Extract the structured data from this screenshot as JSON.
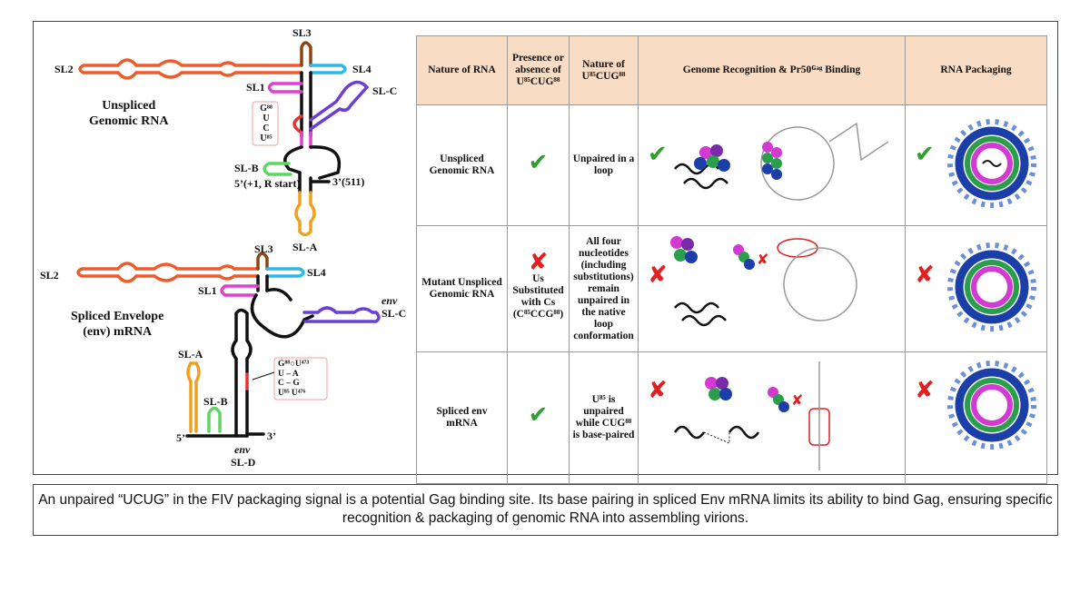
{
  "diagram": {
    "genomic": {
      "title_line1": "Unspliced",
      "title_line2": "Genomic RNA",
      "sl2": "SL2",
      "sl3": "SL3",
      "sl4": "SL4",
      "sl1": "SL1",
      "slc": "SL-C",
      "slb": "SL-B",
      "sla": "SL-A",
      "five_prime": "5’(+1, R start)",
      "three_prime": "3’(511)",
      "motif": [
        "G⁸⁸",
        "U",
        "C",
        "U⁸⁵"
      ]
    },
    "spliced": {
      "title_line1": "Spliced Envelope",
      "title_line2": "(env) mRNA",
      "sl2": "SL2",
      "sl3": "SL3",
      "sl4": "SL4",
      "sl1": "SL1",
      "env_top": "env",
      "slc": "SL-C",
      "sla": "SL-A",
      "slb": "SL-B",
      "five_prime": "5’",
      "three_prime": "3’",
      "env_bottom": "env",
      "sld": "SL-D",
      "pairs": [
        "G⁸⁸○U⁴⁷³",
        "U – A",
        "C – G",
        "U⁸⁵   U⁴⁷⁶"
      ]
    }
  },
  "table": {
    "headers": [
      "Nature of RNA",
      "Presence or absence of U⁸⁵CUG⁸⁸",
      "Nature of U⁸⁵CUG⁸⁸",
      "Genome Recognition & Pr50ᴳᵃᵍ Binding",
      "RNA Packaging"
    ],
    "rows": [
      {
        "nature": "Unspliced Genomic RNA",
        "presence": "check",
        "presence_text": "",
        "ucug": "Unpaired in a loop",
        "binding": "check",
        "packaging": "check"
      },
      {
        "nature": "Mutant Unspliced Genomic RNA",
        "presence": "cross",
        "presence_text": "Us Substituted with Cs (C⁸⁵CCG⁸⁸)",
        "ucug": "All four nucleotides (including substitutions) remain unpaired in the native loop conformation",
        "binding": "cross",
        "packaging": "cross"
      },
      {
        "nature": "Spliced env mRNA",
        "presence": "check",
        "presence_text": "",
        "ucug": "U⁸⁵ is unpaired while CUG⁸⁸ is base-paired",
        "binding": "cross",
        "packaging": "cross"
      }
    ]
  },
  "caption": "An unpaired “UCUG” in the FIV packaging signal is a potential Gag binding site. Its base pairing in spliced Env mRNA limits its ability to bind Gag, ensuring specific recognition & packaging of genomic RNA into assembling virions.",
  "colors": {
    "sl2": "#ee5a2a",
    "sl3": "#8b4513",
    "sl4": "#2fb8e6",
    "sl1": "#e040d0",
    "slc": "#6a3fd8",
    "slb": "#5fd65f",
    "sla": "#f0a020",
    "motif": "#e83030",
    "header_bg": "#f8dcc4",
    "check": "#2e9e2e",
    "cross": "#e02020"
  },
  "icons": {
    "check": "✔",
    "cross": "✘"
  }
}
